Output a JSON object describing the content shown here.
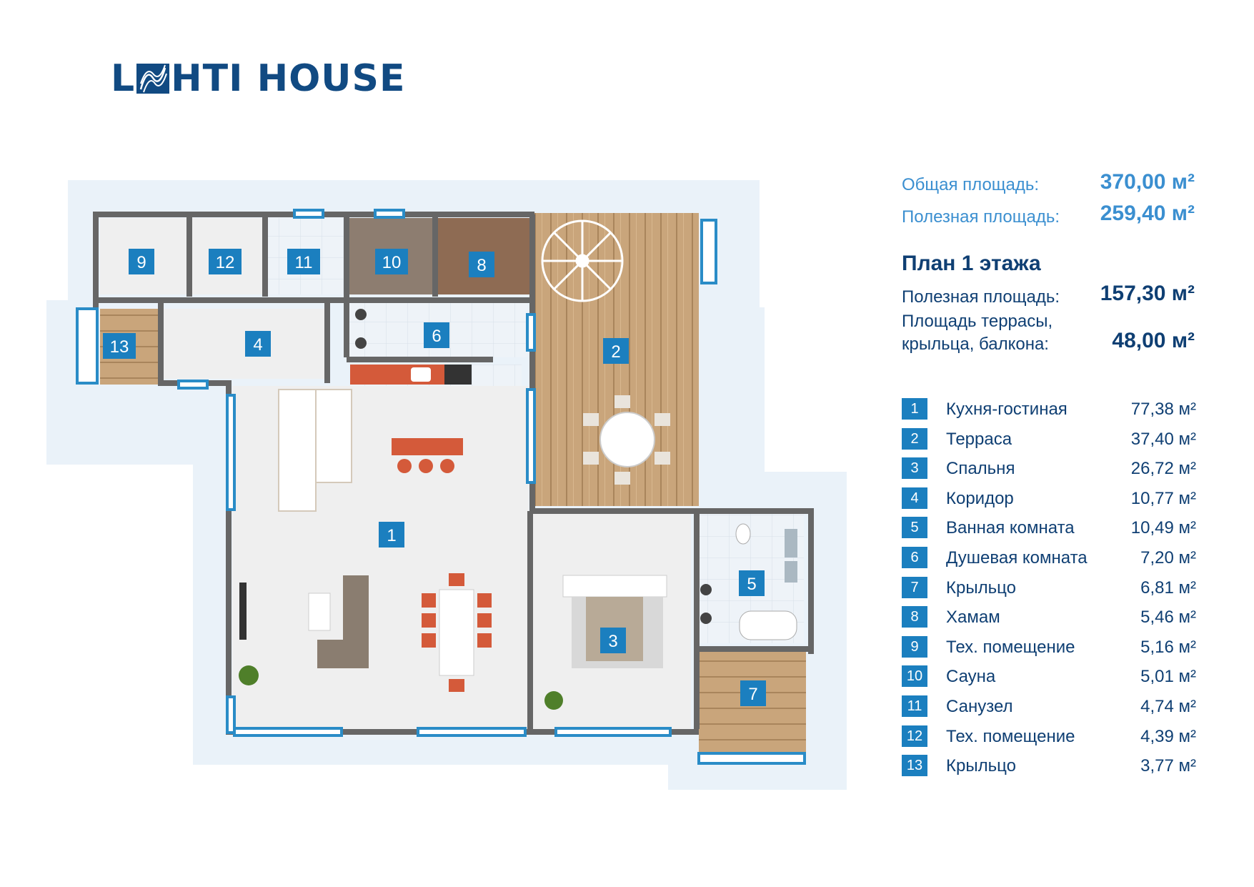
{
  "brand": {
    "name_part1": "L",
    "name_part2": "HTI HOUSE"
  },
  "colors": {
    "accent": "#1b7fbf",
    "dark": "#0f3f73",
    "light_blue": "#3b8fd0",
    "wood": "#c9a57b",
    "wall": "#6b6b6b"
  },
  "summary": {
    "total_label": "Общая площадь:",
    "total_value": "370,00 м²",
    "useful_label": "Полезная площадь:",
    "useful_value": "259,40 м²"
  },
  "floor": {
    "title": "План 1 этажа",
    "useful_label": "Полезная площадь:",
    "useful_value": "157,30 м²",
    "terrace_label_1": "Площадь террасы,",
    "terrace_label_2": "крыльца, балкона:",
    "terrace_value": "48,00 м²"
  },
  "rooms": [
    {
      "num": "1",
      "name": "Кухня-гостиная",
      "area": "77,38 м²"
    },
    {
      "num": "2",
      "name": "Терраса",
      "area": "37,40 м²"
    },
    {
      "num": "3",
      "name": "Спальня",
      "area": "26,72 м²"
    },
    {
      "num": "4",
      "name": "Коридор",
      "area": "10,77 м²"
    },
    {
      "num": "5",
      "name": "Ванная комната",
      "area": "10,49 м²"
    },
    {
      "num": "6",
      "name": "Душевая комната",
      "area": "7,20 м²"
    },
    {
      "num": "7",
      "name": "Крыльцо",
      "area": "6,81 м²"
    },
    {
      "num": "8",
      "name": "Хамам",
      "area": "5,46 м²"
    },
    {
      "num": "9",
      "name": "Тех. помещение",
      "area": "5,16 м²"
    },
    {
      "num": "10",
      "name": "Сауна",
      "area": "5,01 м²"
    },
    {
      "num": "11",
      "name": "Санузел",
      "area": "4,74 м²"
    },
    {
      "num": "12",
      "name": "Тех. помещение",
      "area": "4,39 м²"
    },
    {
      "num": "13",
      "name": "Крыльцо",
      "area": "3,77 м²"
    }
  ]
}
